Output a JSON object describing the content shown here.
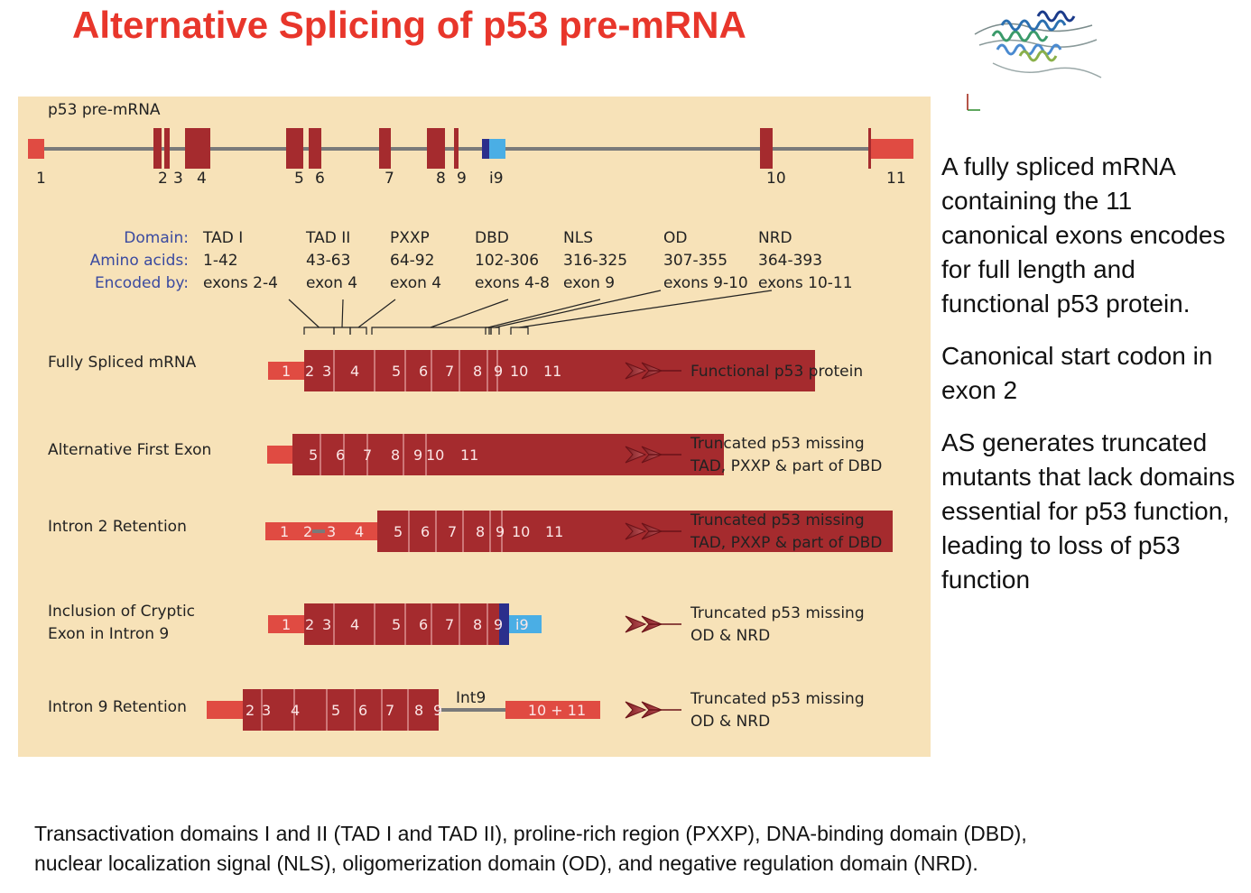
{
  "title": "Alternative Splicing of p53 pre-mRNA",
  "premrna_label": "p53  pre-mRNA",
  "gene_exon_labels": [
    "1",
    "2",
    "3",
    "4",
    "5",
    "6",
    "7",
    "8",
    "9",
    "i9",
    "10",
    "11"
  ],
  "domain_table": {
    "row_headers": [
      "Domain:",
      "Amino acids:",
      "Encoded by:"
    ],
    "columns": [
      {
        "domain": "TAD I",
        "aa": "1-42",
        "exons": "exons 2-4"
      },
      {
        "domain": "TAD II",
        "aa": "43-63",
        "exons": "exon 4"
      },
      {
        "domain": "PXXP",
        "aa": "64-92",
        "exons": "exon 4"
      },
      {
        "domain": "DBD",
        "aa": "102-306",
        "exons": "exons 4-8"
      },
      {
        "domain": "NLS",
        "aa": "316-325",
        "exons": "exon 9"
      },
      {
        "domain": "OD",
        "aa": "307-355",
        "exons": "exons 9-10"
      },
      {
        "domain": "NRD",
        "aa": "364-393",
        "exons": "exons 10-11"
      }
    ]
  },
  "isoforms": [
    {
      "label": [
        "Fully Spliced mRNA"
      ],
      "exons": [
        "1",
        "2",
        "3",
        "4",
        "5",
        "6",
        "7",
        "8",
        "9",
        "10",
        "11"
      ],
      "result": [
        "Functional p53 protein"
      ]
    },
    {
      "label": [
        "Alternative First Exon"
      ],
      "exons": [
        "5",
        "6",
        "7",
        "8",
        "9",
        "10",
        "11"
      ],
      "result": [
        "Truncated p53 missing",
        "TAD, PXXP & part of DBD"
      ]
    },
    {
      "label": [
        "Intron 2 Retention"
      ],
      "exons": [
        "1",
        "2",
        "3",
        "4",
        "5",
        "6",
        "7",
        "8",
        "9",
        "10",
        "11"
      ],
      "result": [
        "Truncated p53 missing",
        "TAD, PXXP & part of DBD"
      ]
    },
    {
      "label": [
        "Inclusion of Cryptic",
        "Exon in Intron 9"
      ],
      "exons": [
        "1",
        "2",
        "3",
        "4",
        "5",
        "6",
        "7",
        "8",
        "9",
        "i9"
      ],
      "result": [
        "Truncated p53 missing",
        "OD & NRD"
      ]
    },
    {
      "label": [
        "Intron 9 Retention"
      ],
      "exons": [
        "2",
        "3",
        "4",
        "5",
        "6",
        "7",
        "8",
        "9",
        "10 + 11"
      ],
      "intron_label": "Int9",
      "result": [
        "Truncated p53 missing",
        "OD & NRD"
      ]
    }
  ],
  "side_text": [
    "A fully spliced mRNA containing the 11 canonical exons encodes for full length and functional p53 protein.",
    "Canonical start codon in exon 2",
    "AS generates truncated mutants that lack domains essential for p53 function, leading to loss of p53 function"
  ],
  "caption": [
    "Transactivation domains I and II (TAD I and TAD II), proline-rich region (PXXP), DNA-binding domain (DBD),",
    "nuclear localization signal (NLS), oligomerization domain (OD), and negative regulation domain (NRD)."
  ],
  "colors": {
    "title": "#e8362b",
    "panel_background": "#f7e2b8",
    "exon_coding": "#a52b2e",
    "exon_untranslated": "#e04b42",
    "cryptic_exon": "#4aaee5",
    "cryptic_exon_splice": "#2b2f8c",
    "intron_line": "#7a7a7a",
    "domain_header": "#3a4aa0"
  }
}
